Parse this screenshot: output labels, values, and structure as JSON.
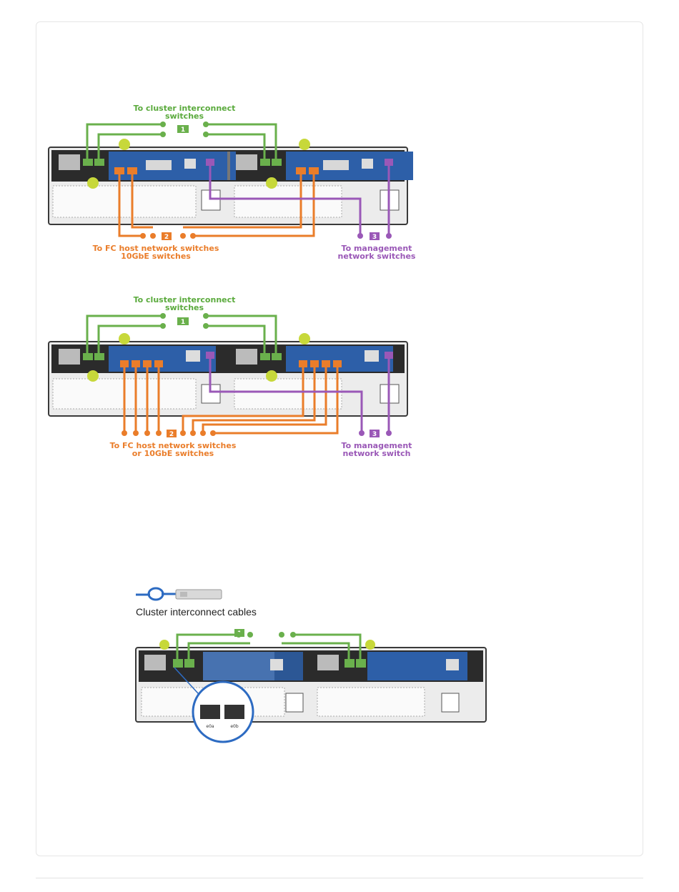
{
  "diagram1": {
    "top_label_line1": "To cluster interconnect",
    "top_label_line2": "switches",
    "badge_cluster": "1",
    "badge_fc": "2",
    "badge_mgmt": "3",
    "fc_label_line1": "To FC host network switches",
    "fc_label_line2": "10GbE switches",
    "mgmt_label_line1": "To management",
    "mgmt_label_line2": "network switches"
  },
  "diagram2": {
    "top_label_line1": "To cluster interconnect",
    "top_label_line2": "switches",
    "badge_cluster": "1",
    "badge_fc": "2",
    "badge_mgmt": "3",
    "fc_label_line1": "To FC host network switches",
    "fc_label_line2": "or 10GbE switches",
    "mgmt_label_line1": "To management",
    "mgmt_label_line2": "network switch"
  },
  "diagram3": {
    "caption": "Cluster interconnect cables",
    "badge_cluster": "1",
    "zoom_port_a": "e0a",
    "zoom_port_b": "e0b"
  },
  "colors": {
    "cluster": "#6ab04c",
    "fc_host": "#ea7d2a",
    "management": "#9a58b7",
    "controller_blue": "#2d5fa8",
    "chassis": "#3a3a3a"
  }
}
